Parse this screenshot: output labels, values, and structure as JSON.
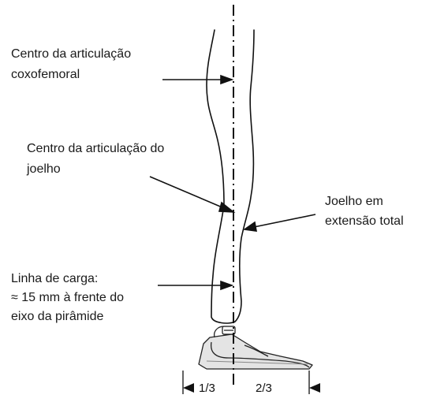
{
  "labels": {
    "hip": "Centro da articulação\ncoxofemoral",
    "knee_center": "Centro da articulação do\njoelho",
    "knee_extension": "Joelho em\nextensão total",
    "load_line": "Linha de carga:\n≈ 15 mm à frente do\neixo da pirâmide"
  },
  "proportions": {
    "front": "1/3",
    "back": "2/3"
  },
  "colors": {
    "line": "#111111",
    "foot_shading": "#c8c8c8"
  },
  "icons": {
    "arrow": "arrow-icon",
    "prosthetic_foot": "prosthetic-foot-icon"
  }
}
